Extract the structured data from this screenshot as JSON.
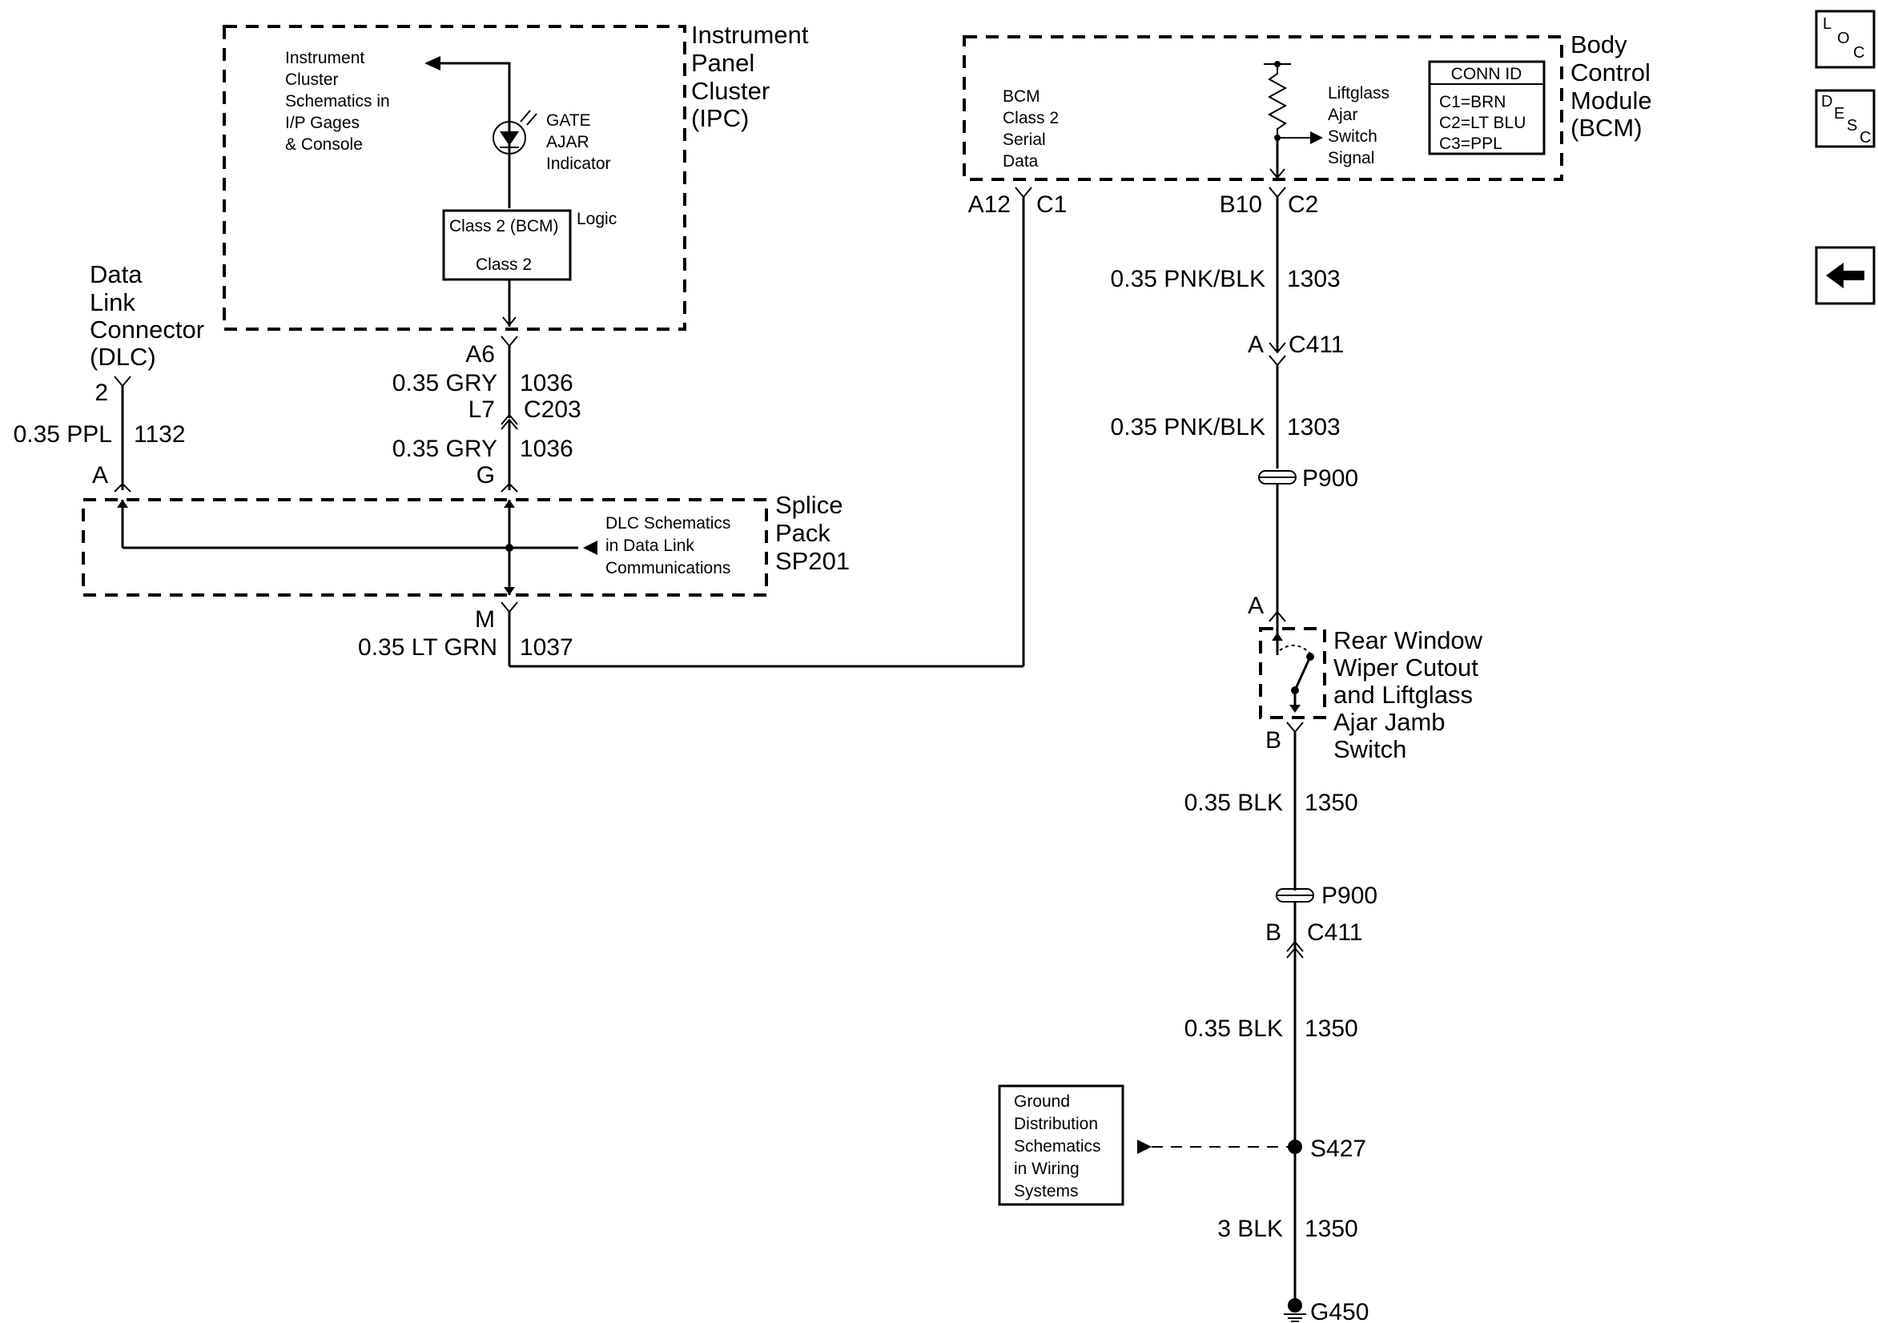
{
  "ipc": {
    "name": [
      "Instrument",
      "Panel",
      "Cluster",
      "(IPC)"
    ],
    "ref_note": [
      "Instrument",
      "Cluster",
      "Schematics in",
      "I/P Gages",
      "& Console"
    ],
    "indicator": [
      "GATE",
      "AJAR",
      "Indicator"
    ],
    "logic_label": "Logic",
    "logic_box": [
      "Class 2 (BCM)",
      "Class 2"
    ],
    "connector_pin": "A6"
  },
  "dlc": {
    "name": [
      "Data",
      "Link",
      "Connector",
      "(DLC)"
    ],
    "pin": "2",
    "splice_pin": "A"
  },
  "bcm": {
    "name": [
      "Body",
      "Control",
      "Module",
      "(BCM)"
    ],
    "serial_label": [
      "BCM",
      "Class 2",
      "Serial",
      "Data"
    ],
    "switch_signal": [
      "Liftglass",
      "Ajar",
      "Switch",
      "Signal"
    ],
    "conn_id_title": "CONN ID",
    "conn_ids": [
      "C1=BRN",
      "C2=LT BLU",
      "C3=PPL"
    ],
    "pin_left": "A12",
    "conn_left": "C1",
    "pin_right": "B10",
    "conn_right": "C2"
  },
  "splice": {
    "name": [
      "Splice",
      "Pack",
      "SP201"
    ],
    "ref_note": [
      "DLC Schematics",
      "in Data Link",
      "Communications"
    ],
    "pin_top": "G",
    "pin_bottom": "M"
  },
  "wires": {
    "w1132_color": "0.35 PPL",
    "w1132_circuit": "1132",
    "w1036a_color": "0.35 GRY",
    "w1036a_circuit": "1036",
    "w1036b_color": "0.35 GRY",
    "w1036b_circuit": "1036",
    "w1037_color": "0.35 LT GRN",
    "w1037_circuit": "1037",
    "w1303a_color": "0.35 PNK/BLK",
    "w1303a_circuit": "1303",
    "w1303b_color": "0.35 PNK/BLK",
    "w1303b_circuit": "1303",
    "w1350a_color": "0.35 BLK",
    "w1350a_circuit": "1350",
    "w1350b_color": "0.35 BLK",
    "w1350b_circuit": "1350",
    "w1350c_color": "3 BLK",
    "w1350c_circuit": "1350"
  },
  "connectors": {
    "c203_pin": "L7",
    "c203_name": "C203",
    "c411a_pin": "A",
    "c411a_name": "C411",
    "p900a": "P900",
    "p900b": "P900",
    "c411b_pin": "B",
    "c411b_name": "C411"
  },
  "switch": {
    "name": [
      "Rear Window",
      "Wiper Cutout",
      "and Liftglass",
      "Ajar Jamb",
      "Switch"
    ],
    "pin_top": "A",
    "pin_bottom": "B"
  },
  "ground": {
    "ref_note": [
      "Ground",
      "Distribution",
      "Schematics",
      "in Wiring",
      "Systems"
    ],
    "splice": "S427",
    "point": "G450"
  },
  "nav": {
    "loc": [
      "L",
      "O",
      "C"
    ],
    "desc": [
      "D",
      "E",
      "S",
      "C"
    ],
    "back_icon": "arrow-left-icon"
  }
}
